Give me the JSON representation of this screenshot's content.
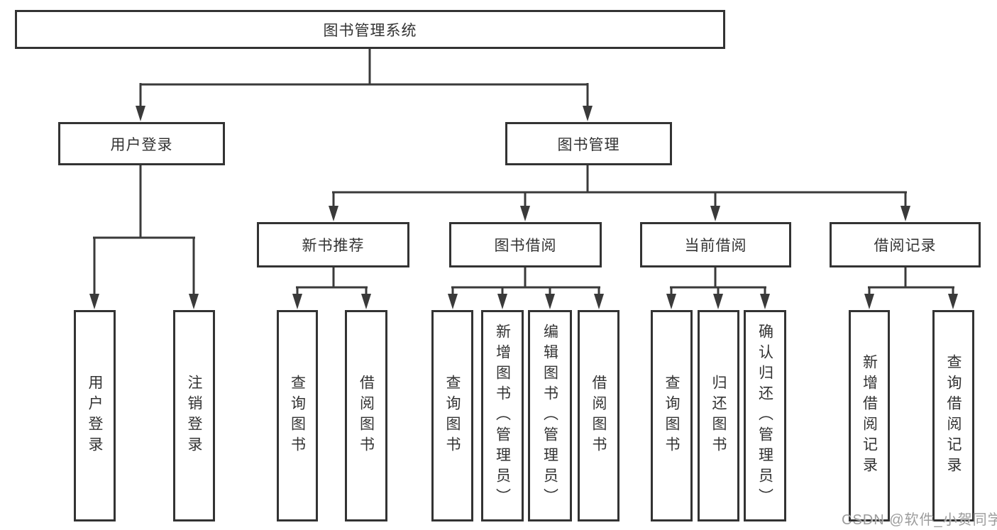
{
  "tree": {
    "label": "图书管理系统",
    "children": [
      {
        "label": "用户登录",
        "children": [
          {
            "label": "用户登录"
          },
          {
            "label": "注销登录"
          }
        ]
      },
      {
        "label": "图书管理",
        "children": [
          {
            "label": "新书推荐",
            "children": [
              {
                "label": "查询图书"
              },
              {
                "label": "借阅图书"
              }
            ]
          },
          {
            "label": "图书借阅",
            "children": [
              {
                "label": "查询图书"
              },
              {
                "label": "新增图书（管理员）"
              },
              {
                "label": "编辑图书（管理员）"
              },
              {
                "label": "借阅图书"
              }
            ]
          },
          {
            "label": "当前借阅",
            "children": [
              {
                "label": "查询图书"
              },
              {
                "label": "归还图书"
              },
              {
                "label": "确认归还（管理员）"
              }
            ]
          },
          {
            "label": "借阅记录",
            "children": [
              {
                "label": "新增借阅记录"
              },
              {
                "label": "查询借阅记录"
              }
            ]
          }
        ]
      }
    ]
  },
  "watermark": "CSDN @软件_小贺同学",
  "colors": {
    "line": "#3a3a3a",
    "border": "#333333",
    "text": "#333333",
    "background": "#ffffff",
    "watermark": "#9c9c9c"
  }
}
